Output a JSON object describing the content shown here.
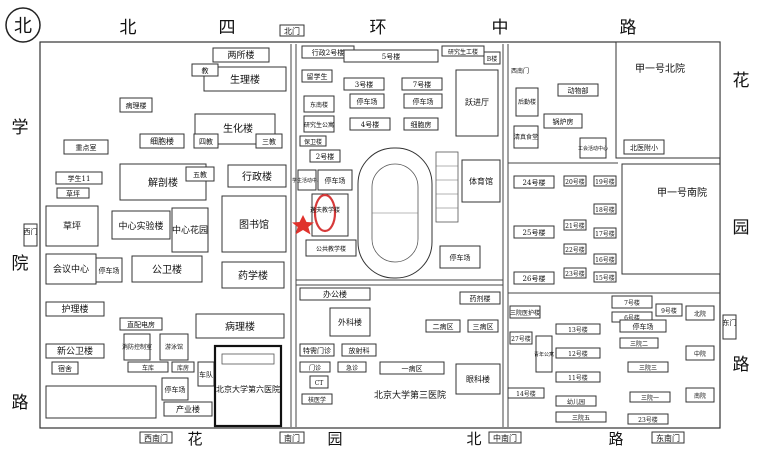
{
  "north_symbol": "北",
  "star_color": "#e0322c",
  "highlight_color": "#d63a3a",
  "roads": {
    "top": [
      "北",
      "四",
      "环",
      "中",
      "路"
    ],
    "left": [
      "学",
      "院",
      "路"
    ],
    "right": [
      "花",
      "园",
      "路"
    ],
    "bottom": [
      "花",
      "园",
      "北",
      "路"
    ]
  },
  "gates": [
    "北门",
    "西南门",
    "南门",
    "中南门",
    "东南门",
    "东门",
    "西门"
  ],
  "buildings": [
    "两所楼",
    "生理楼",
    "教",
    "生化楼",
    "四教",
    "三教",
    "病理楼",
    "细胞楼",
    "重点室",
    "学生11",
    "草坪",
    "解剖楼",
    "五教",
    "中心实验楼",
    "中心花园",
    "行政楼",
    "图书馆",
    "草坪",
    "会议中心",
    "停车场",
    "公卫楼",
    "药学楼",
    "护理楼",
    "新公卫楼",
    "宿舍",
    "直配电房",
    "消防控制室",
    "游泳馆",
    "车库",
    "库房",
    "车队",
    "产业楼",
    "停车场",
    "北京大学第六医院",
    "留学生",
    "东南楼",
    "研究生公寓",
    "行政2号楼",
    "5号楼",
    "3号楼",
    "7号楼",
    "停车场",
    "停车场",
    "4号楼",
    "细胞房",
    "保卫楼",
    "2号楼",
    "研究生工楼",
    "B楼",
    "跃进厅",
    "西南门",
    "锅炉房",
    "动物部",
    "清真食堂",
    "工会活动中心",
    "后勤楼",
    "体育馆",
    "停车场",
    "停车场",
    "学生活动中心",
    "逸夫教学楼",
    "公共教学楼",
    "北医附小",
    "24号楼",
    "25号楼",
    "26号楼",
    "20号楼",
    "19号楼",
    "18号楼",
    "17号楼",
    "21号楼",
    "23号楼",
    "22号楼",
    "16号楼",
    "15号楼",
    "办公楼",
    "药剂楼",
    "外科楼",
    "三病区",
    "二病区",
    "特需门诊",
    "放射科",
    "门诊",
    "急诊",
    "CT",
    "核医学",
    "一病区",
    "眼科楼",
    "北京大学第三医院",
    "三院医护楼",
    "27号楼",
    "青年公寓",
    "14号楼",
    "13号楼",
    "12号楼",
    "11号楼",
    "7号楼",
    "6号楼",
    "9号楼",
    "停车场",
    "三院二",
    "三院三",
    "三院一",
    "北院",
    "中院",
    "南院",
    "三院五",
    "23号楼",
    "幼儿园",
    "生殖医学中心"
  ],
  "regions": [
    "甲一号北院",
    "甲一号南院"
  ]
}
